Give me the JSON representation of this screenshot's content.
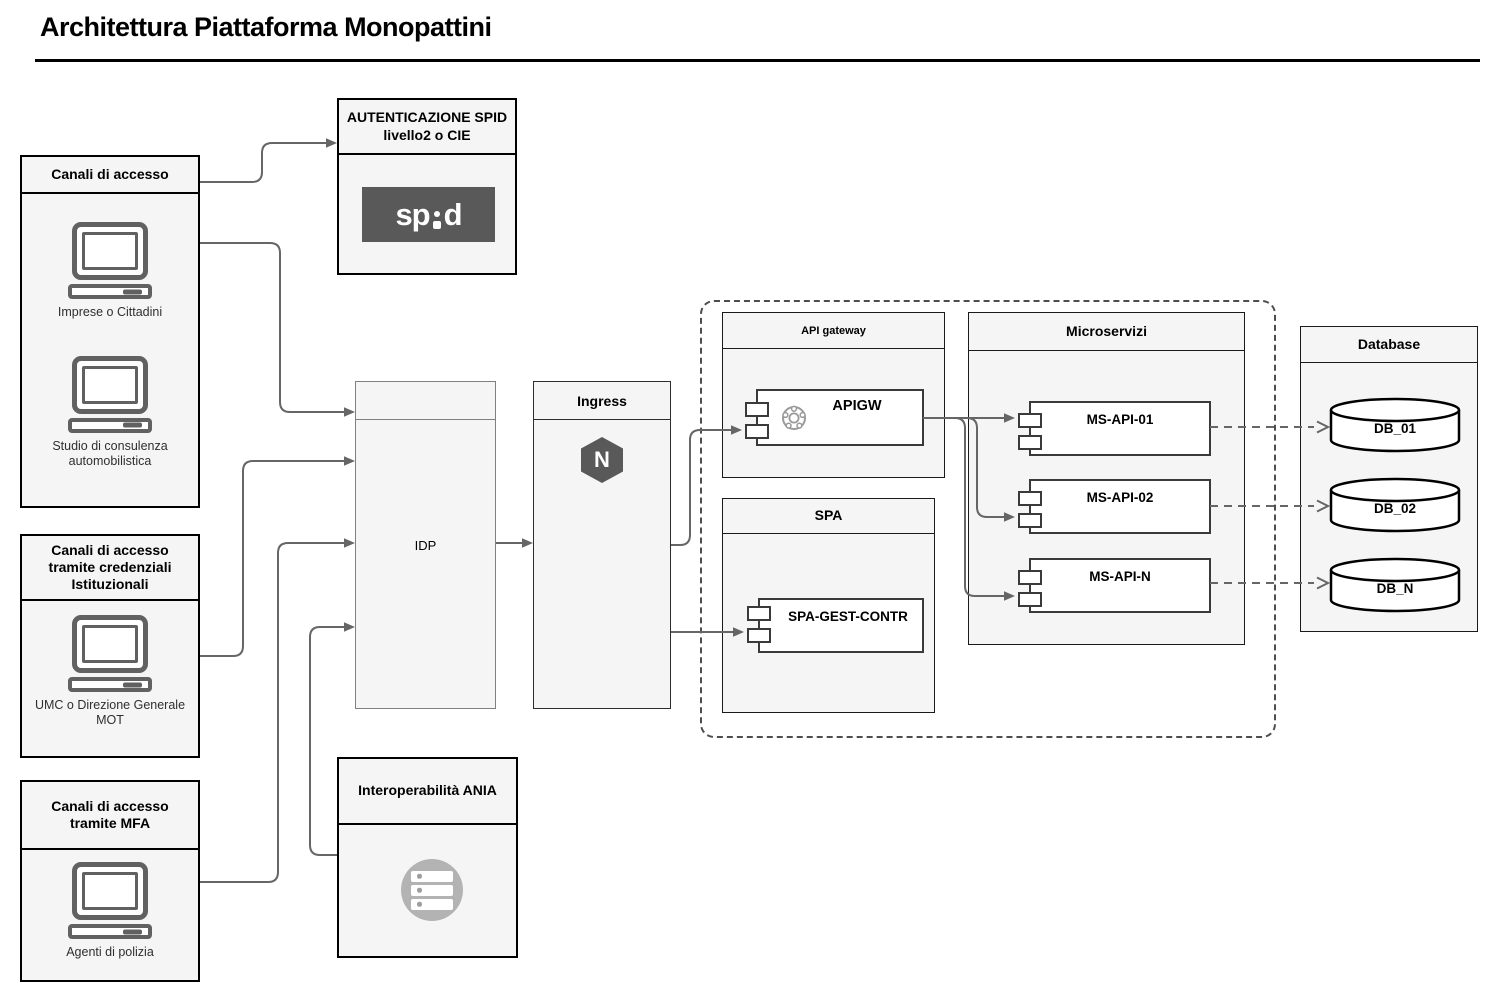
{
  "title": "Architettura Piattaforma Monopattini",
  "colors": {
    "node_fill": "#f5f5f5",
    "connector": "#666666",
    "logo_dark": "#595959",
    "interop_icon_gray": "#b3b3b3"
  },
  "access_channels": {
    "citizens": {
      "title": "Canali di accesso",
      "device1_label": "Imprese o Cittadini",
      "device2_label": "Studio di consulenza automobilistica"
    },
    "institutional": {
      "title": "Canali di accesso tramite credenziali Istituzionali",
      "device_label": "UMC o Direzione Generale MOT"
    },
    "mfa": {
      "title": "Canali di accesso tramite MFA",
      "device_label": "Agenti di polizia"
    }
  },
  "authentication": {
    "title": "AUTENTICAZIONE SPID livello2 o CIE",
    "logo_left": "sp",
    "logo_right": "d"
  },
  "idp": {
    "label": "IDP"
  },
  "ingress": {
    "title": "Ingress",
    "logo_letter": "N"
  },
  "api_gateway": {
    "title": "API gateway",
    "component": "APIGW"
  },
  "spa": {
    "title": "SPA",
    "component": "SPA-GEST-CONTR"
  },
  "microservices": {
    "title": "Microservizi",
    "components": [
      "MS-API-01",
      "MS-API-02",
      "MS-API-N"
    ]
  },
  "databases": {
    "title": "Database",
    "items": [
      "DB_01",
      "DB_02",
      "DB_N"
    ]
  },
  "interoperability": {
    "title": "Interoperabilità ANIA"
  }
}
